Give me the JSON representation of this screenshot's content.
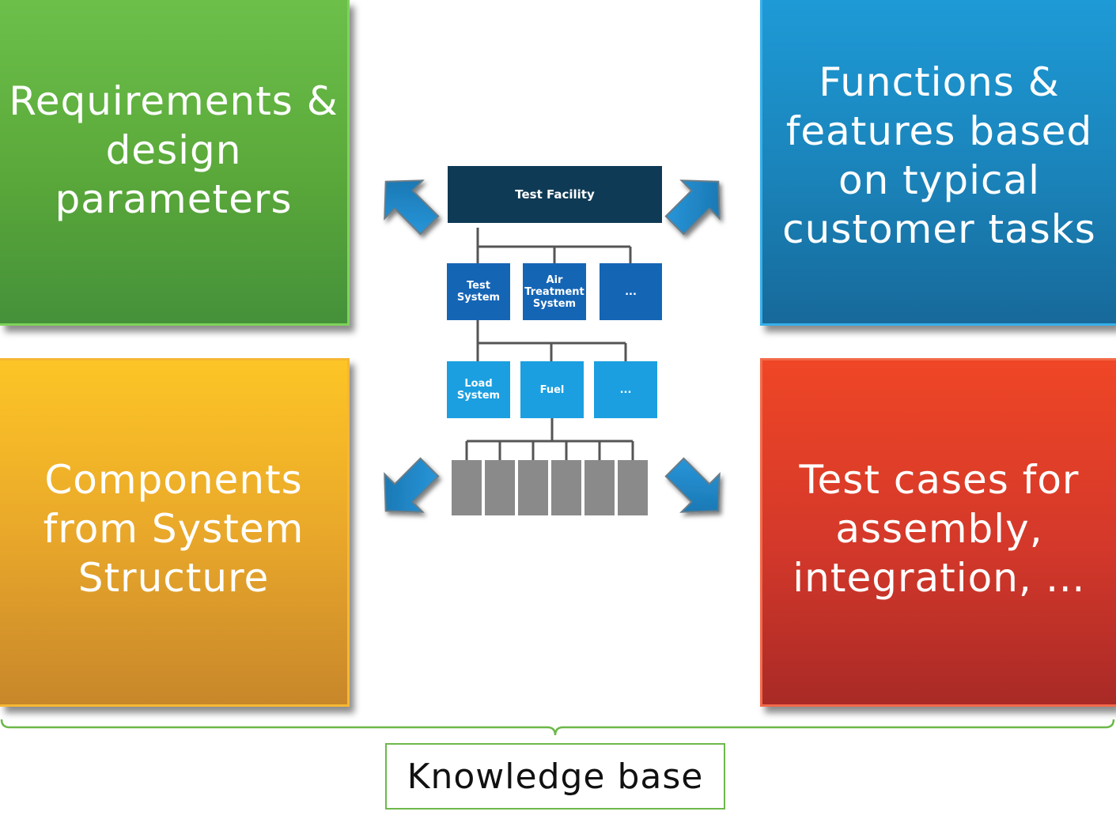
{
  "quadrants": {
    "requirements": "Requirements & design parameters",
    "functions": "Functions & features based on typical customer tasks",
    "components": "Components from System Structure",
    "test_cases": "Test cases for assembly, integration, …"
  },
  "tree": {
    "root": "Test Facility",
    "level2": [
      "Test System",
      "Air Treatment System",
      "..."
    ],
    "level3": [
      "Load System",
      "Fuel",
      "..."
    ]
  },
  "knowledge_base": "Knowledge base",
  "colors": {
    "green": "#5aa83a",
    "blue": "#1a83b9",
    "orange": "#e9a82a",
    "red": "#d3382a",
    "root_box": "#0f3a55",
    "level2_box": "#1565b5",
    "level3_box": "#1b9fe0",
    "leaf_box": "#8a8a8a",
    "arrow": "#1e88c8"
  }
}
